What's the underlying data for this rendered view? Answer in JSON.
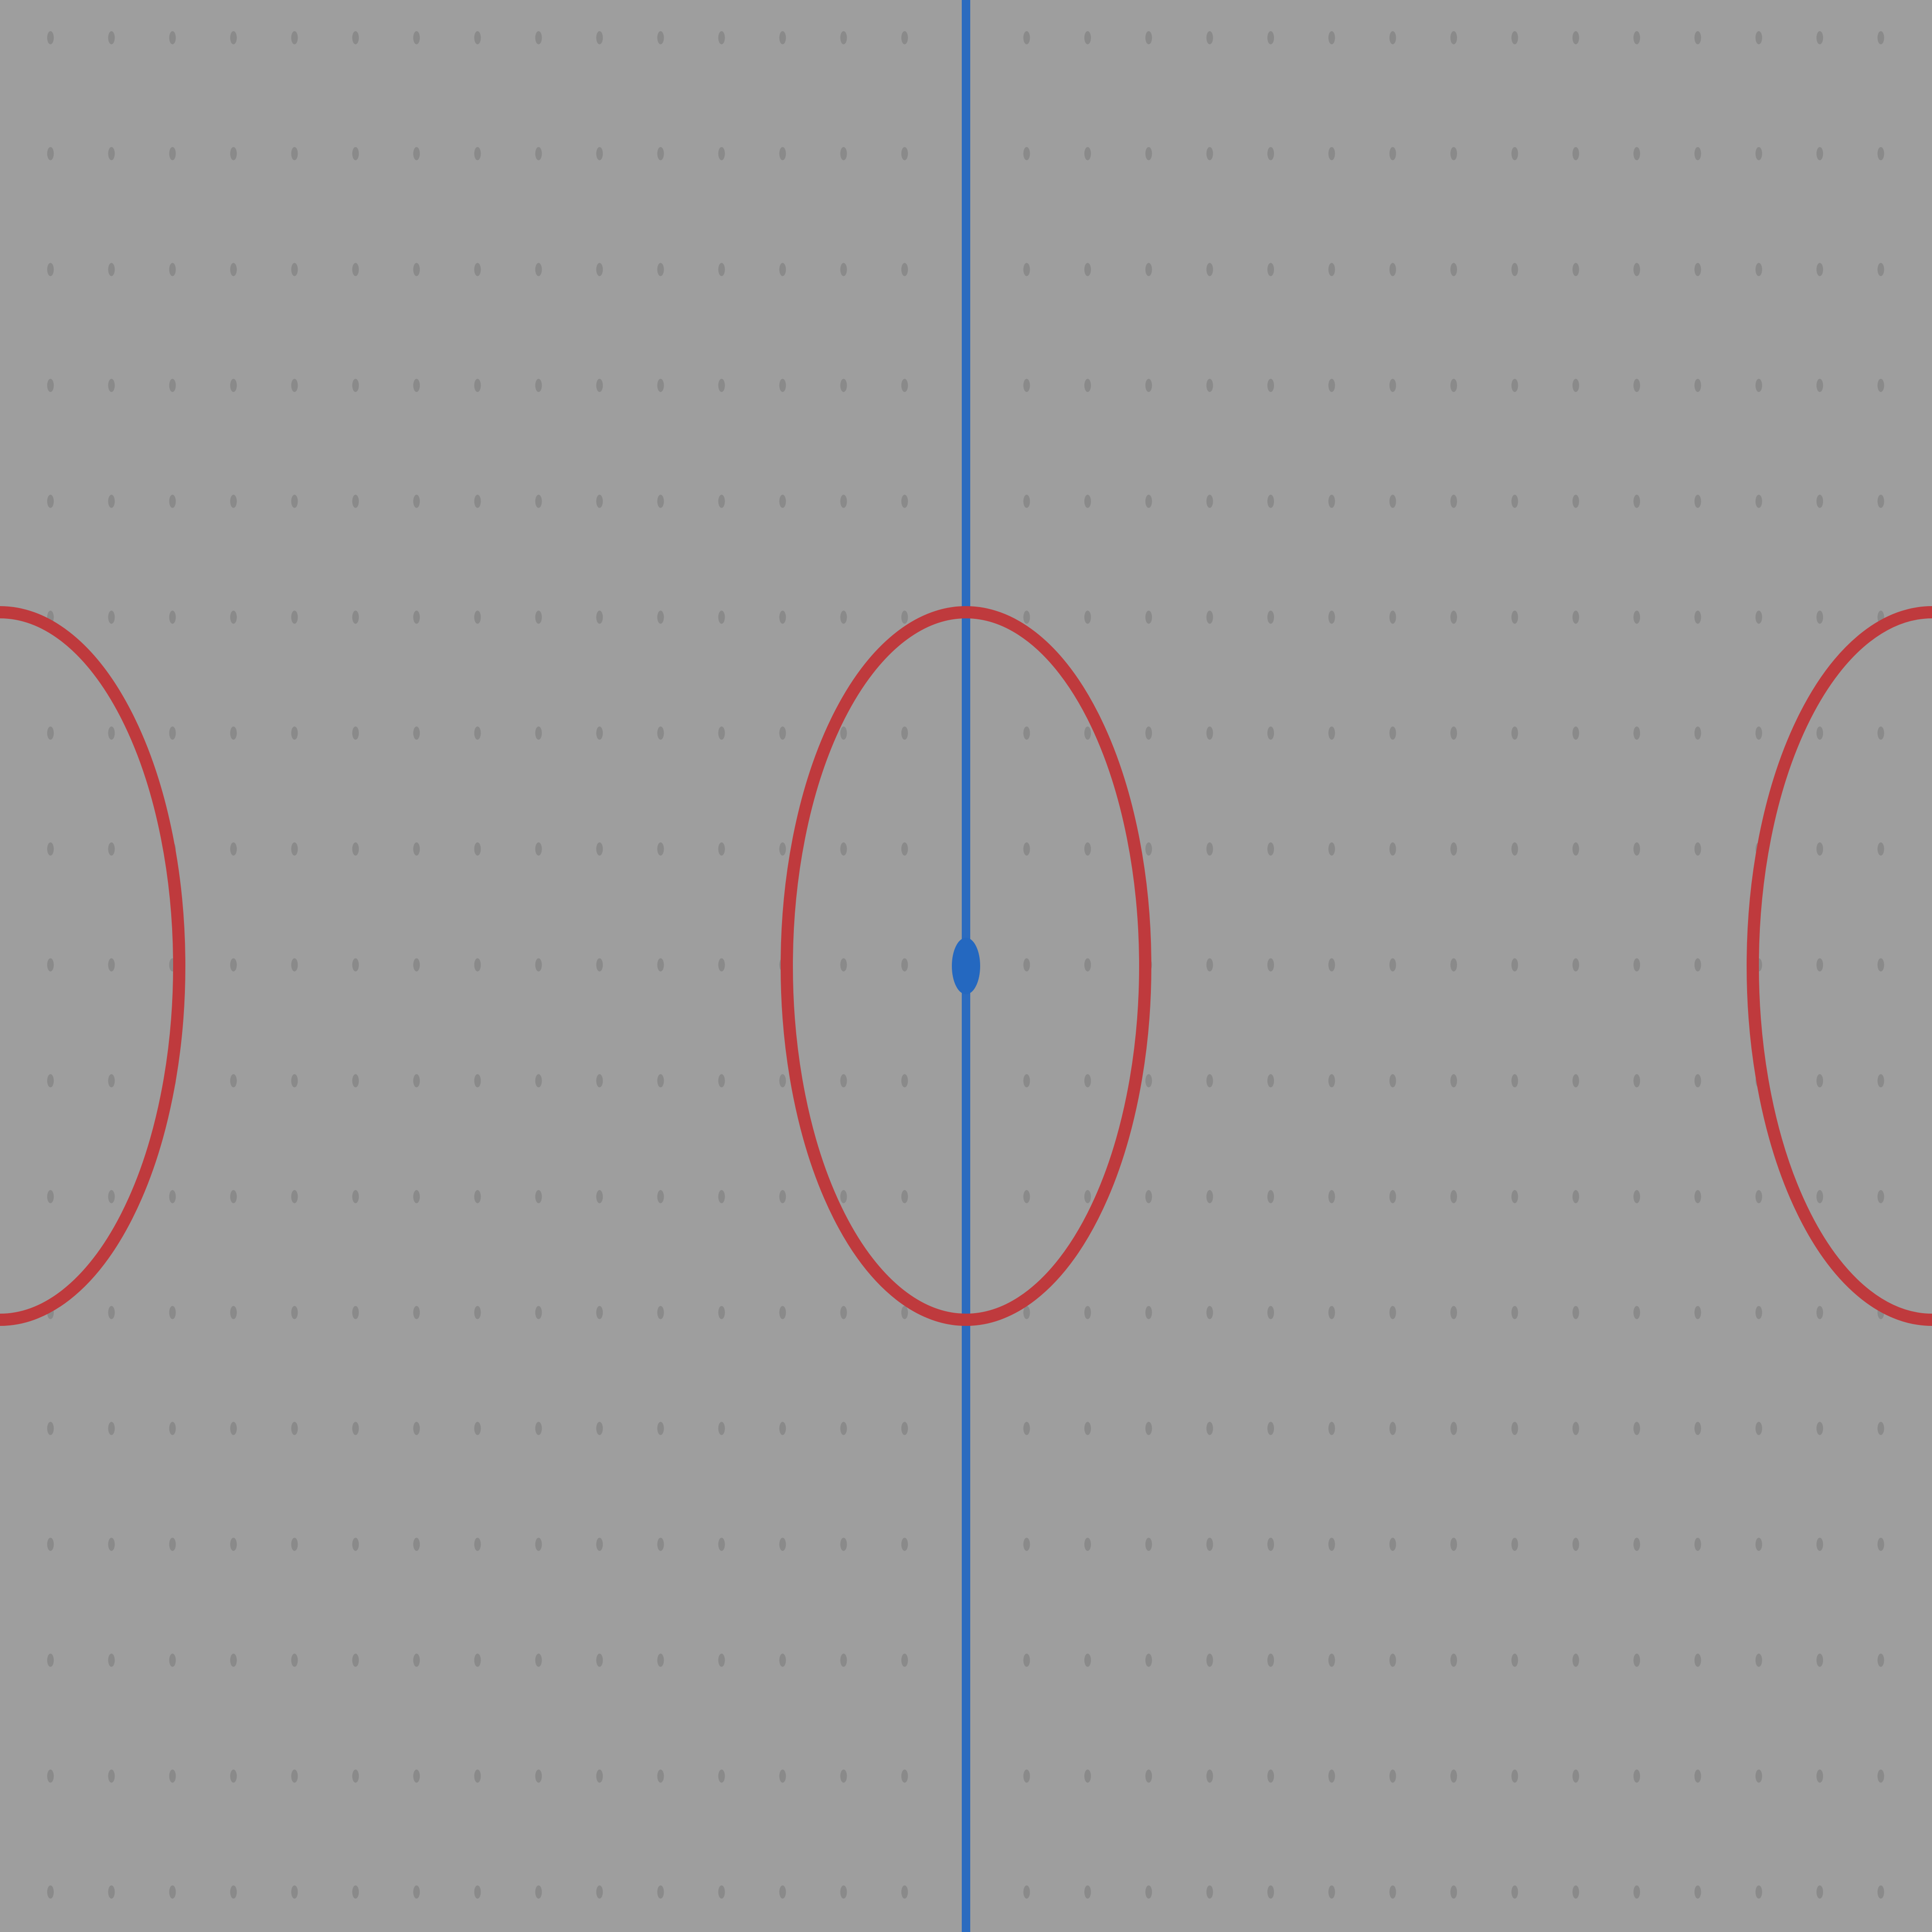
{
  "colors": {
    "background": "#9e9e9e",
    "grid_dot": "#8a8a8a",
    "circle_stroke": "#bf3a3d",
    "line_stroke": "#2b6bbf",
    "center_dot": "#2468c0"
  },
  "elements": {
    "grid": "dot-grid",
    "vertical_line": "center-vertical-line",
    "circles": [
      "left-circle",
      "center-circle",
      "right-circle"
    ],
    "center_point": "center-point"
  }
}
